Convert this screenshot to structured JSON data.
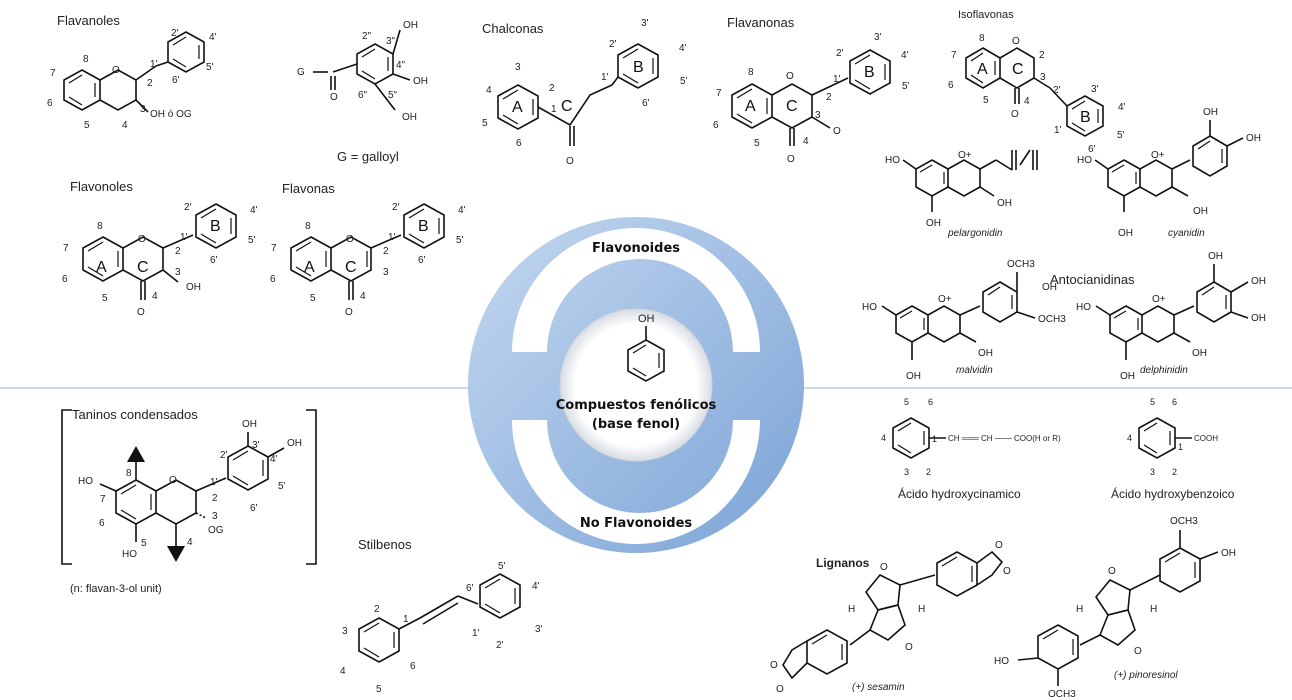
{
  "center": {
    "top_label": "Flavonoides",
    "bottom_label": "No Flavonoides",
    "core_line1": "Compuestos fenólicos",
    "core_line2": "(base fenol)",
    "oh": "OH"
  },
  "colors": {
    "ring_light": "#b9d0ec",
    "ring_dark": "#7ea6d8",
    "divider": "#8bb3d9"
  },
  "flavanoles": {
    "title": "Flavanoles",
    "labels": [
      "2'",
      "4'",
      "5'",
      "6'",
      "1'",
      "2",
      "3",
      "8",
      "7",
      "6",
      "5",
      "4",
      "OH ó OG"
    ],
    "galloyl": {
      "oh3": "OH",
      "oh4": "OH",
      "oh5": "OH",
      "p2": "2\"",
      "p3": "3\"",
      "p4": "4\"",
      "p5": "5\"",
      "p6": "6\"",
      "g": "G",
      "o": "O",
      "caption": "G = galloyl"
    }
  },
  "chalconas": {
    "title": "Chalconas",
    "ringA": "A",
    "ringB": "B",
    "ringC": "C",
    "labels": [
      "3",
      "4",
      "5",
      "6",
      "2",
      "1",
      "3'",
      "2'",
      "4'",
      "5'",
      "6'",
      "1'",
      "O"
    ]
  },
  "flavanonas": {
    "title": "Flavanonas",
    "ringA": "A",
    "ringB": "B",
    "ringC": "C",
    "labels": [
      "8",
      "7",
      "6",
      "5",
      "4",
      "3",
      "2",
      "1'",
      "2'",
      "3'",
      "4'",
      "5'",
      "O",
      "O"
    ]
  },
  "isoflavonas": {
    "title": "Isoflavonas",
    "ringA": "A",
    "ringB": "B",
    "ringC": "C",
    "labels": [
      "8",
      "7",
      "6",
      "5",
      "2",
      "3",
      "4",
      "2'",
      "3'",
      "4'",
      "5'",
      "6'",
      "1'",
      "O"
    ]
  },
  "flavonoles": {
    "title": "Flavonoles",
    "ringA": "A",
    "ringB": "B",
    "ringC": "C",
    "labels": [
      "8",
      "7",
      "6",
      "5",
      "4",
      "3",
      "2",
      "1'",
      "2'",
      "4'",
      "5'",
      "6'",
      "OH",
      "O"
    ]
  },
  "flavonas": {
    "title": "Flavonas",
    "ringA": "A",
    "ringB": "B",
    "ringC": "C",
    "labels": [
      "8",
      "7",
      "6",
      "5",
      "4",
      "3",
      "2",
      "1'",
      "2'",
      "4'",
      "5'",
      "6'",
      "O"
    ]
  },
  "antocianidinas": {
    "title": "Antocianidinas",
    "names": [
      "pelargonidin",
      "cyanidin",
      "malvidin",
      "delphinidin"
    ],
    "ho": "HO",
    "oh": "OH",
    "och3": "OCH3",
    "oplus": "O+"
  },
  "taninos": {
    "title": "Taninos condensados",
    "caption": "(n: flavan-3-ol unit)",
    "labels": [
      "OH",
      "OH",
      "3'",
      "4'",
      "2'",
      "1'",
      "5'",
      "6'",
      "HO",
      "8",
      "7",
      "6",
      "5",
      "4",
      "3",
      "2",
      "OG",
      "HO"
    ]
  },
  "hydroxycinamico": {
    "caption": "Ácido hydroxycinamico",
    "chain": "CH ═══ CH ─── COO(H or R)",
    "labels": [
      "5",
      "6",
      "4",
      "1",
      "3",
      "2"
    ]
  },
  "hydroxybenzoico": {
    "caption": "Ácido hydroxybenzoico",
    "group": "COOH",
    "labels": [
      "5",
      "6",
      "4",
      "1",
      "3",
      "2"
    ]
  },
  "stilbenos": {
    "title": "Stilbenos",
    "labels": [
      "2",
      "3",
      "4",
      "5",
      "6",
      "1",
      "1'",
      "2'",
      "3'",
      "4'",
      "5'",
      "6'"
    ]
  },
  "lignanos": {
    "title": "Lignanos",
    "names": [
      "(+) sesamin",
      "(+) pinoresinol"
    ],
    "och3": "OCH3",
    "oh": "OH",
    "ho": "HO",
    "h": "H"
  }
}
